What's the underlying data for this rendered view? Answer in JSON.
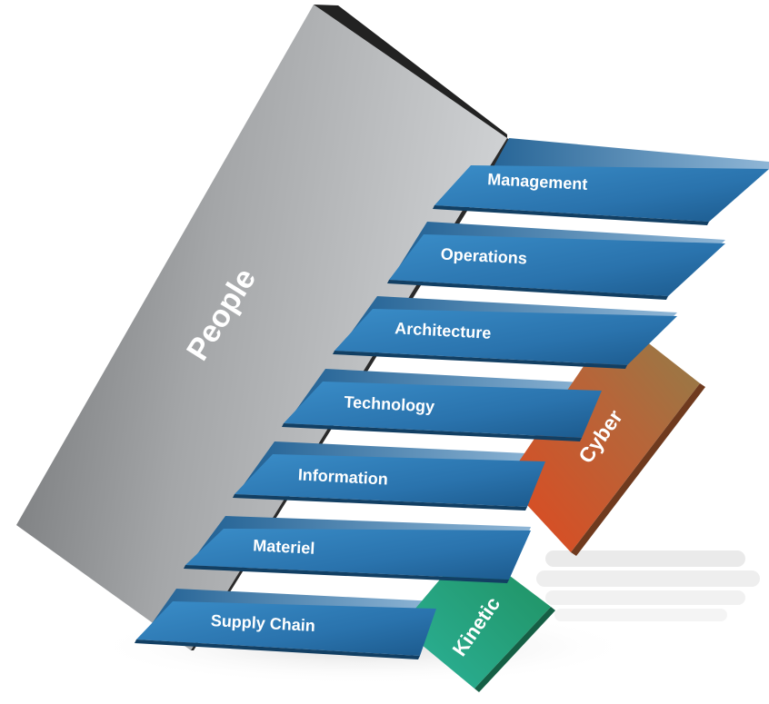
{
  "diagram": {
    "wall_label": "People",
    "steps": [
      {
        "label": "Management"
      },
      {
        "label": "Operations"
      },
      {
        "label": "Architecture"
      },
      {
        "label": "Technology"
      },
      {
        "label": "Information"
      },
      {
        "label": "Materiel"
      },
      {
        "label": "Supply Chain"
      }
    ],
    "tags": [
      {
        "label": "Cyber"
      },
      {
        "label": "Kinetic"
      }
    ],
    "colors": {
      "wall_gray": "#9a9c9e",
      "step_blue": "#2e7fb8",
      "step_dark": "#174f7c",
      "cyber_orange": "#d4582a",
      "kinetic_teal": "#27a58a"
    }
  }
}
